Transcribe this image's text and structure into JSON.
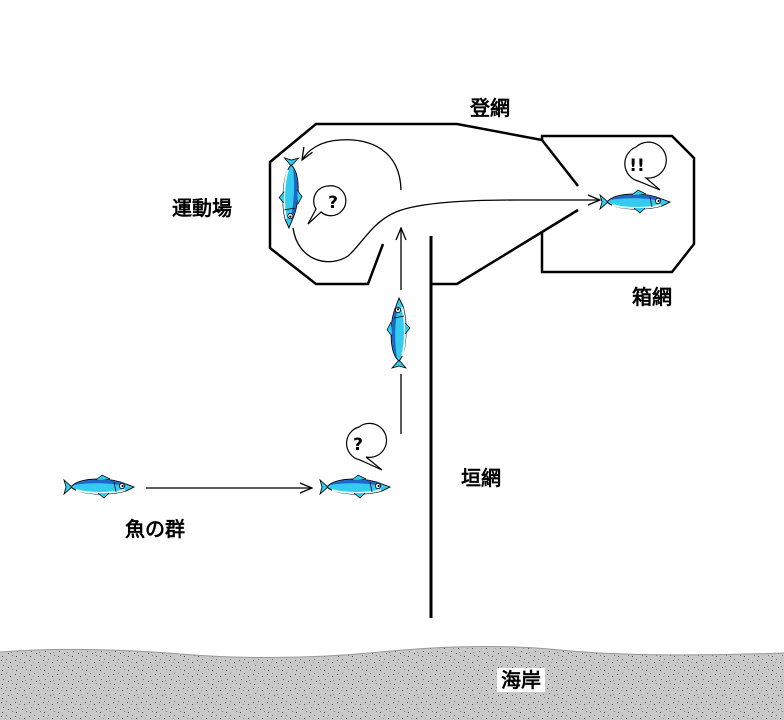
{
  "labels": {
    "nobori_ami": "登網",
    "hako_ami": "箱網",
    "undoujou": "運動場",
    "kaki_ami": "垣網",
    "sakana_no_mure": "魚の群",
    "kaigan": "海岸"
  },
  "bubbles": {
    "question": "?",
    "excited": "!!"
  },
  "colors": {
    "fish_body": "#33ccee",
    "fish_back": "#1f66cc",
    "fish_belly": "#e6fbff",
    "net_line": "#000000",
    "shore_sand": "#c8c8c8",
    "shore_speckle": "#555555"
  },
  "icons": [
    "fish-icon",
    "speech-bubble-icon",
    "arrow-icon"
  ]
}
